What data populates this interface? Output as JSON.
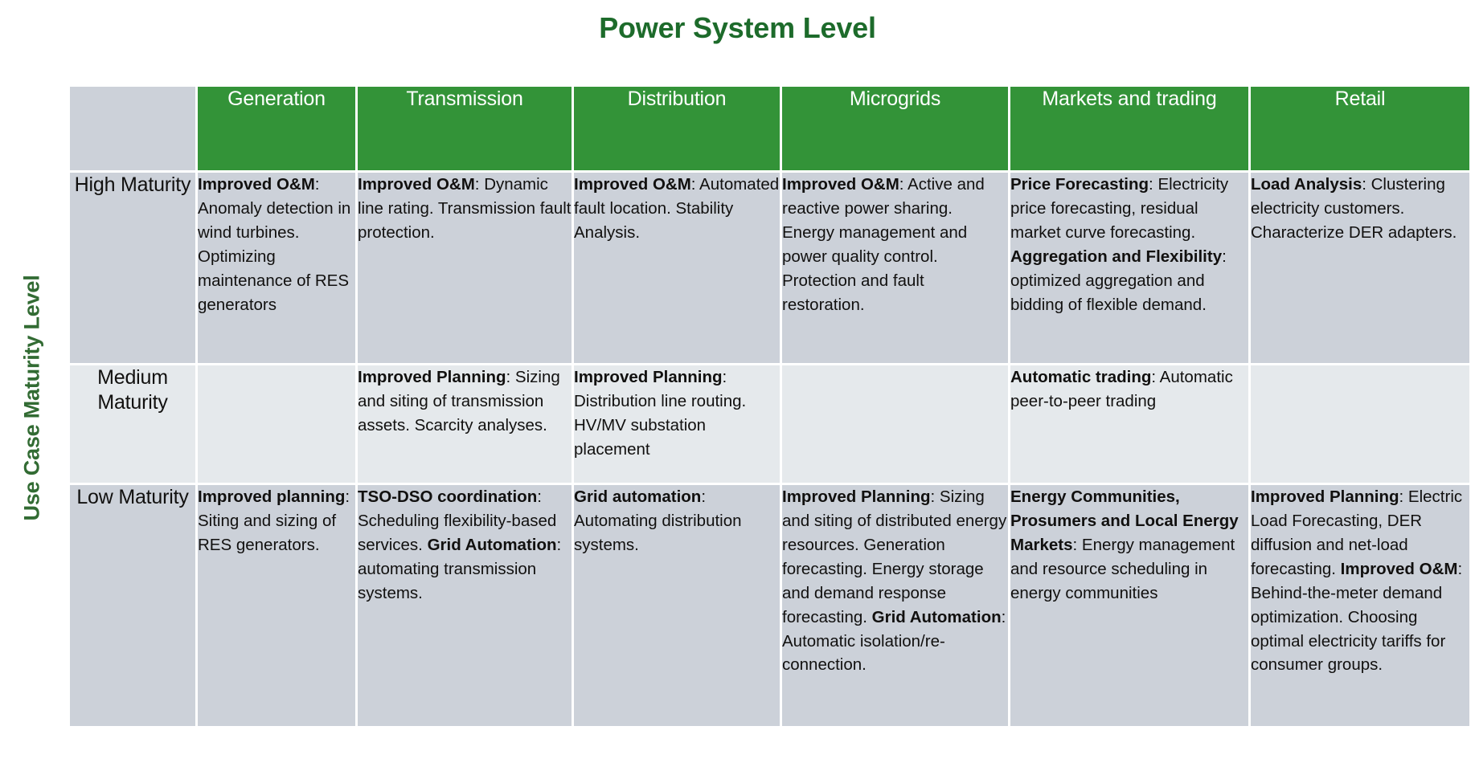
{
  "title": "Power System Level",
  "axis_label": "Use Case Maturity Level",
  "colors": {
    "title_green": "#1d6b2b",
    "axis_green": "#326b33",
    "header_green": "#339338",
    "shade_dark": "#ccd1d9",
    "shade_light": "#e5e9ec",
    "text": "#11100f"
  },
  "columns": [
    {
      "key": "rowhead",
      "label": ""
    },
    {
      "key": "generation",
      "label": "Generation"
    },
    {
      "key": "transmission",
      "label": "Transmission"
    },
    {
      "key": "distribution",
      "label": "Distribution"
    },
    {
      "key": "microgrids",
      "label": "Microgrids"
    },
    {
      "key": "markets",
      "label": "Markets and trading"
    },
    {
      "key": "retail",
      "label": "Retail"
    }
  ],
  "rows": [
    {
      "key": "high",
      "header": "High Maturity",
      "shade": "dark",
      "cells": {
        "generation": [
          {
            "bold": "Improved O&M",
            "text": ": Anomaly detection in wind turbines. Optimizing maintenance of RES generators"
          }
        ],
        "transmission": [
          {
            "bold": "Improved O&M",
            "text": ": Dynamic line rating. Transmission fault protection."
          }
        ],
        "distribution": [
          {
            "bold": "Improved O&M",
            "text": ": Automated fault location. Stability Analysis."
          }
        ],
        "microgrids": [
          {
            "bold": "Improved O&M",
            "text": ": Active and reactive power sharing. Energy management and power quality control. Protection and fault restoration."
          }
        ],
        "markets": [
          {
            "bold": "Price Forecasting",
            "text": ": Electricity price forecasting, residual market curve forecasting. "
          },
          {
            "bold": "Aggregation and Flexibility",
            "text": ": optimized aggregation and bidding of flexible demand."
          }
        ],
        "retail": [
          {
            "bold": "Load Analysis",
            "text": ": Clustering electricity customers. Characterize DER adapters."
          }
        ]
      }
    },
    {
      "key": "medium",
      "header": "Medium Maturity",
      "shade": "light",
      "cells": {
        "generation": [],
        "transmission": [
          {
            "bold": "Improved Planning",
            "text": ": Sizing and siting of transmission assets. Scarcity analyses."
          }
        ],
        "distribution": [
          {
            "bold": "Improved Planning",
            "text": ": Distribution line routing. HV/MV substation placement"
          }
        ],
        "microgrids": [],
        "markets": [
          {
            "bold": "Automatic trading",
            "text": ": Automatic peer-to-peer trading"
          }
        ],
        "retail": []
      }
    },
    {
      "key": "low",
      "header": "Low Maturity",
      "shade": "dark",
      "cells": {
        "generation": [
          {
            "bold": "Improved planning",
            "text": ": Siting and sizing of RES generators."
          }
        ],
        "transmission": [
          {
            "bold": "TSO-DSO coordination",
            "text": ": Scheduling flexibility-based services. "
          },
          {
            "bold": "Grid Automation",
            "text": ": automating transmission systems."
          }
        ],
        "distribution": [
          {
            "bold": "Grid automation",
            "text": ": Automating distribution systems."
          }
        ],
        "microgrids": [
          {
            "bold": "Improved Planning",
            "text": ": Sizing and siting of distributed energy resources. Generation forecasting. Energy storage and demand response forecasting. "
          },
          {
            "bold": "Grid Automation",
            "text": ": Automatic isolation/re-connection."
          }
        ],
        "markets": [
          {
            "bold": "Energy Communities, Prosumers and Local Energy Markets",
            "text": ": Energy management and resource scheduling in energy communities"
          }
        ],
        "retail": [
          {
            "bold": "Improved Planning",
            "text": ": Electric Load Forecasting, DER diffusion and net-load forecasting. "
          },
          {
            "bold": "Improved O&M",
            "text": ": Behind-the-meter demand optimization. Choosing optimal electricity tariffs for consumer groups."
          }
        ]
      }
    }
  ]
}
